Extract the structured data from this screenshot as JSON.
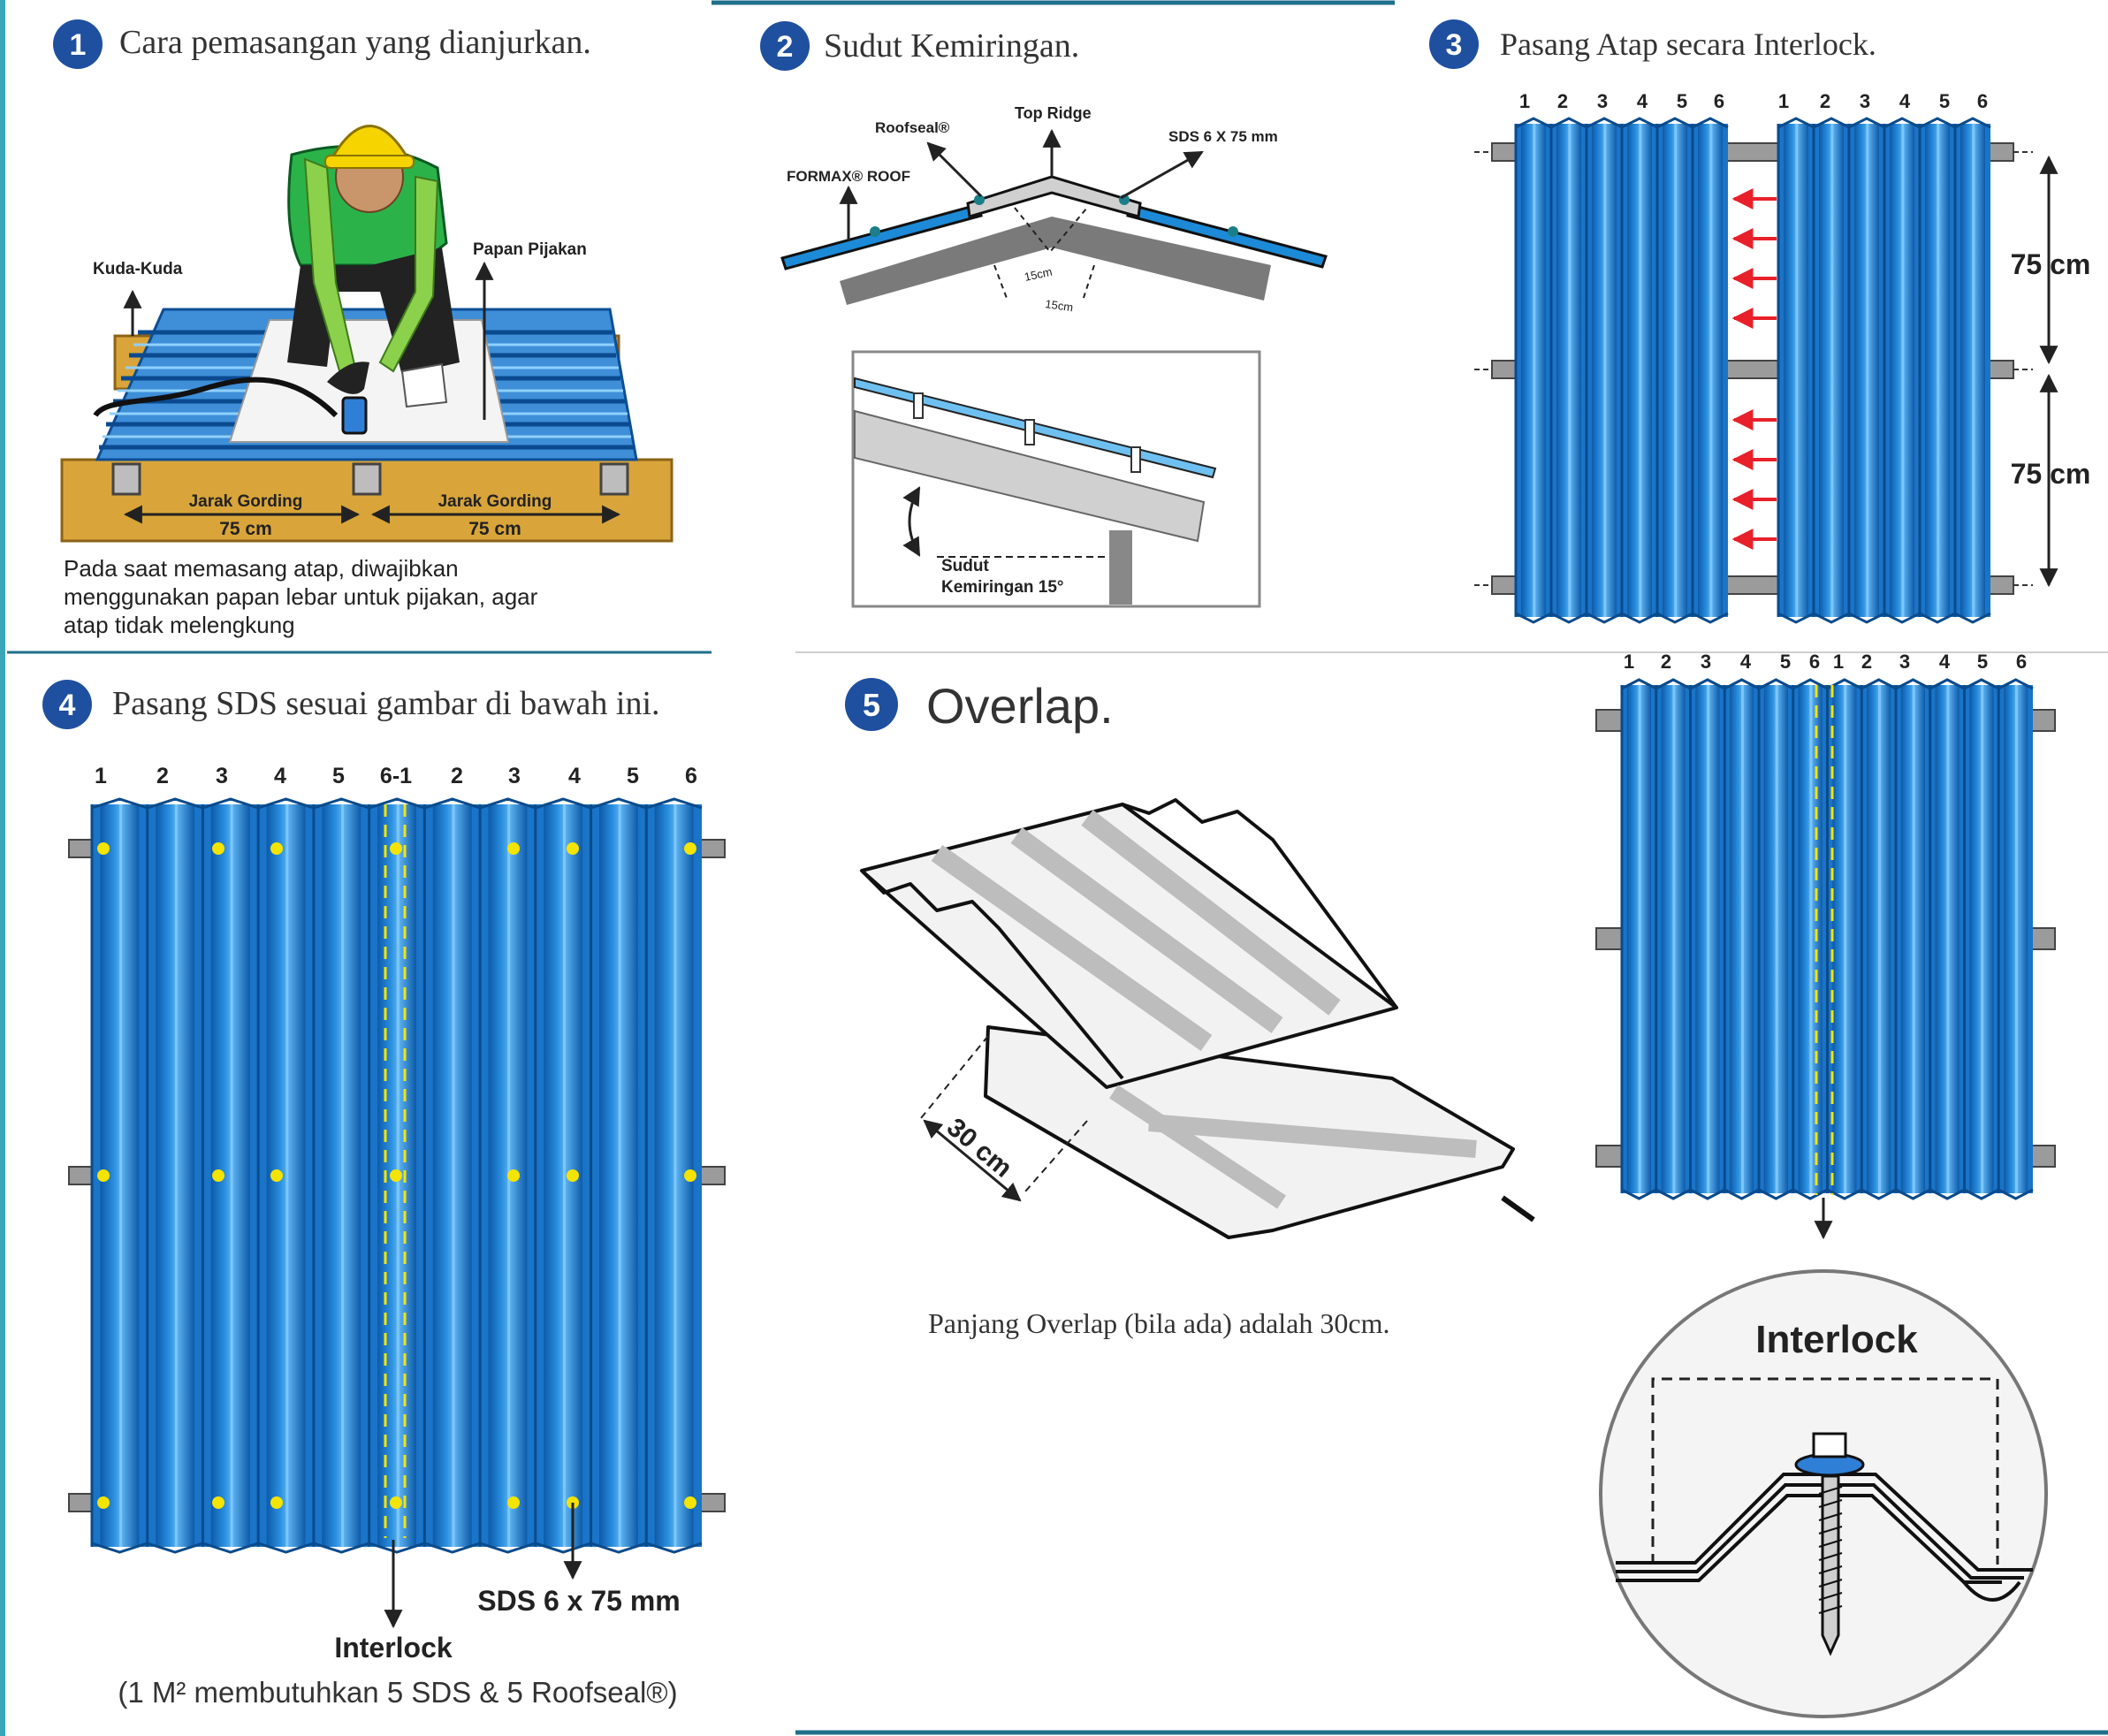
{
  "colors": {
    "accent": "#1f4f9f",
    "sheet_blue": "#1c7ed6",
    "sheet_dark": "#0d5aa8",
    "wood": "#d9a53a",
    "purlin": "#9b9b9b",
    "sds_dot": "#f5e400",
    "arrow_red": "#e8202a",
    "helmet": "#f5d400",
    "shirt": "#2bb34a"
  },
  "panels": {
    "p1": {
      "number": "1",
      "title": "Cara pemasangan yang dianjurkan.",
      "labels": {
        "kuda": "Kuda-Kuda",
        "papan": "Papan Pijakan",
        "jarak": "Jarak Gording",
        "dist": "75 cm"
      },
      "caption": [
        "Pada saat memasang atap, diwajibkan",
        "menggunakan papan lebar untuk pijakan, agar",
        "atap tidak melengkung"
      ]
    },
    "p2": {
      "number": "2",
      "title": "Sudut Kemiringan.",
      "labels": {
        "roofseal": "Roofseal®",
        "ridge": "Top Ridge",
        "sds": "SDS 6 X 75 mm",
        "formax": "FORMAX® ROOF",
        "cm": "15cm",
        "sudut_1": "Sudut",
        "sudut_2": "Kemiringan 15°"
      }
    },
    "p3": {
      "number": "3",
      "title": "Pasang Atap secara Interlock.",
      "ribs": [
        "1",
        "2",
        "3",
        "4",
        "5",
        "6",
        "1",
        "2",
        "3",
        "4",
        "5",
        "6"
      ],
      "dims": [
        "75 cm",
        "75 cm"
      ]
    },
    "p4": {
      "number": "4",
      "title": "Pasang SDS sesuai gambar di bawah ini.",
      "ribs": [
        "1",
        "2",
        "3",
        "4",
        "5",
        "6-1",
        "2",
        "3",
        "4",
        "5",
        "6"
      ],
      "sds_label": "SDS 6 x 75 mm",
      "interlock_label": "Interlock",
      "note": "(1 M² membutuhkan 5 SDS & 5 Roofseal®)"
    },
    "p5": {
      "number": "5",
      "title": "Overlap.",
      "dim": "30 cm",
      "caption": "Panjang Overlap (bila ada) adalah 30cm.",
      "ribs": [
        "1",
        "2",
        "3",
        "4",
        "5",
        "6",
        "1",
        "2",
        "3",
        "4",
        "5",
        "6"
      ],
      "interlock_label": "Interlock"
    }
  }
}
